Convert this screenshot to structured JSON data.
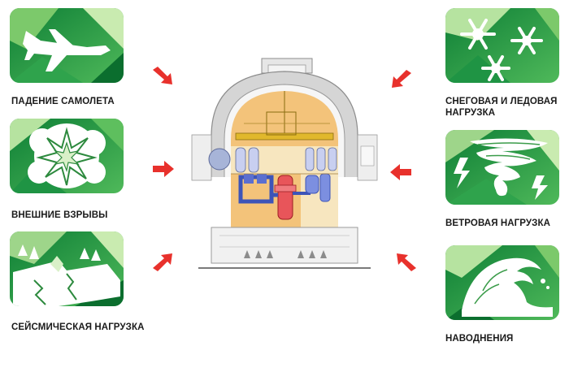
{
  "hazards": {
    "aircraft_crash": {
      "label": "ПАДЕНИЕ САМОЛЕТА",
      "icon": "airplane-icon"
    },
    "external_explosions": {
      "label": "ВНЕШНИЕ ВЗРЫВЫ",
      "icon": "explosion-icon"
    },
    "seismic_load": {
      "label": "СЕЙСМИЧЕСКАЯ НАГРУЗКА",
      "icon": "earthquake-icon"
    },
    "snow_ice_load": {
      "label_line1": "СНЕГОВАЯ И ЛЕДОВАЯ",
      "label_line2": "НАГРУЗКА",
      "icon": "snowflake-icon"
    },
    "wind_load": {
      "label": "ВЕТРОВАЯ НАГРУЗКА",
      "icon": "tornado-icon"
    },
    "floods": {
      "label": "НАВОДНЕНИЯ",
      "icon": "wave-icon"
    }
  },
  "colors": {
    "tile_dark_green": "#0f8a3a",
    "tile_light_green": "#8fd07a",
    "arrow_red": "#e8312c",
    "reactor_orange": "#f3c37a",
    "dome_gray": "#c9c9c9"
  }
}
